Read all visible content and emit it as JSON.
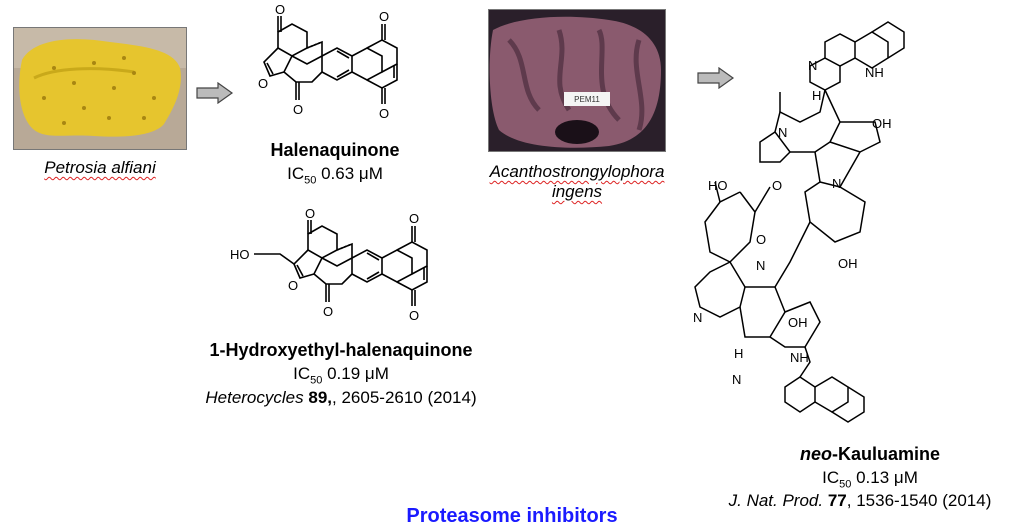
{
  "sources": {
    "petrosia": {
      "caption": "Petrosia alfiani"
    },
    "acantho": {
      "caption_line1": "Acanthostrongylophora",
      "caption_line2": "ingens",
      "photo_label": "PEM11"
    }
  },
  "compounds": {
    "halenaquinone": {
      "name": "Halenaquinone",
      "ic_prefix": "IC",
      "ic_sub": "50",
      "ic_value": "0.63 μM"
    },
    "hydroxyethyl": {
      "name": "1-Hydroxyethyl-halenaquinone",
      "ic_prefix": "IC",
      "ic_sub": "50",
      "ic_value": "0.19 μM",
      "ref_journal": "Heterocycles",
      "ref_volume": "89",
      "ref_rest": ", 2605-2610 (2014)"
    },
    "kauluamine": {
      "name_italic": "neo",
      "name_rest": "-Kauluamine",
      "ic_prefix": "IC",
      "ic_sub": "50",
      "ic_value": "0.13 μM",
      "ref_journal": "J. Nat. Prod.",
      "ref_volume": "77",
      "ref_rest": ", 1536-1540 (2014)"
    }
  },
  "atoms": {
    "O": "O",
    "OH": "OH",
    "HO": "HO",
    "N": "N",
    "H": "H",
    "NH": "NH",
    "Me": "'"
  },
  "footer": {
    "title": "Proteasome inhibitors"
  }
}
